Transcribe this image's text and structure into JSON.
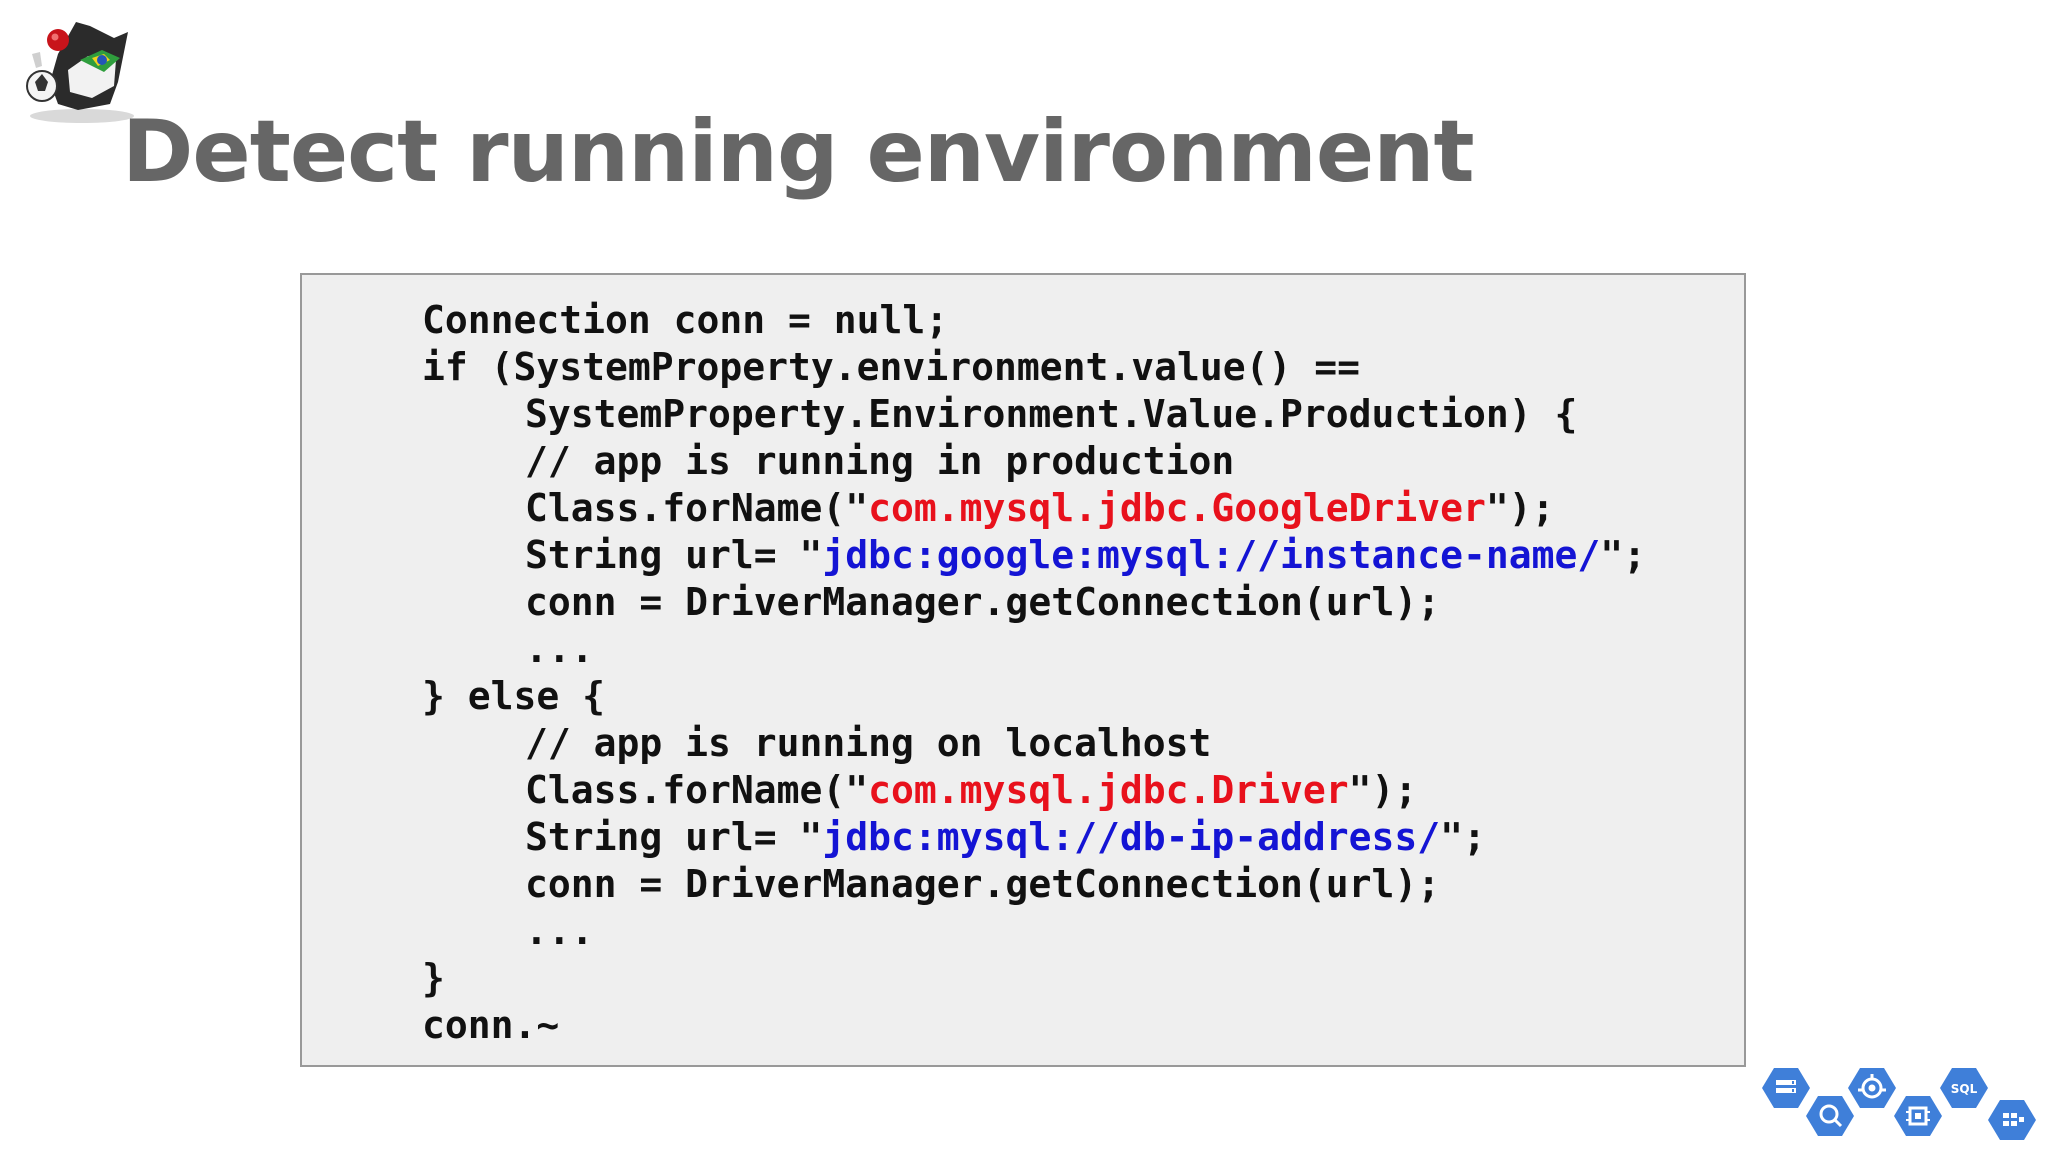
{
  "slide": {
    "title": "Detect running environment"
  },
  "code": {
    "lines": [
      {
        "indent": 0,
        "parts": [
          "Connection conn = null;"
        ]
      },
      {
        "indent": 0,
        "parts": [
          "if (SystemProperty.environment.value() =="
        ]
      },
      {
        "indent": 1,
        "parts": [
          "SystemProperty.Environment.Value.Production) {"
        ]
      },
      {
        "indent": 1,
        "parts": [
          "// app is running in production"
        ]
      },
      {
        "indent": 1,
        "parts": [
          "Class.forName(\"",
          "com.mysql.jdbc.GoogleDriver",
          "\");"
        ]
      },
      {
        "indent": 1,
        "parts": [
          "String url= \"",
          "jdbc:google:mysql://instance-name/",
          "\";"
        ]
      },
      {
        "indent": 1,
        "parts": [
          "conn = DriverManager.getConnection(url);"
        ]
      },
      {
        "indent": 1,
        "parts": [
          "..."
        ]
      },
      {
        "indent": 0,
        "parts": [
          "} else {"
        ]
      },
      {
        "indent": 1,
        "parts": [
          "// app is running on localhost"
        ]
      },
      {
        "indent": 1,
        "parts": [
          "Class.forName(\"",
          "com.mysql.jdbc.Driver",
          "\");"
        ]
      },
      {
        "indent": 1,
        "parts": [
          "String url= \"",
          "jdbc:mysql://db-ip-address/",
          "\";"
        ]
      },
      {
        "indent": 1,
        "parts": [
          "conn = DriverManager.getConnection(url);"
        ]
      },
      {
        "indent": 1,
        "parts": [
          "..."
        ]
      },
      {
        "indent": 0,
        "parts": [
          "}"
        ]
      },
      {
        "indent": 0,
        "parts": [
          "conn.~"
        ]
      }
    ]
  },
  "colors": {
    "title": "#666666",
    "code_text": "#111111",
    "string_class": "#e8111c",
    "string_url": "#1414d4",
    "code_background": "#efefef",
    "code_border": "#999999",
    "hex_icon": "#3f7fd9"
  },
  "icons": {
    "mascot": "java-duke-mascot-icon",
    "cloud_services": [
      "storage-icon",
      "bigquery-icon",
      "app-engine-icon",
      "compute-engine-icon",
      "cloud-sql-icon",
      "datastore-icon"
    ],
    "cloud_sql_label": "SQL"
  }
}
